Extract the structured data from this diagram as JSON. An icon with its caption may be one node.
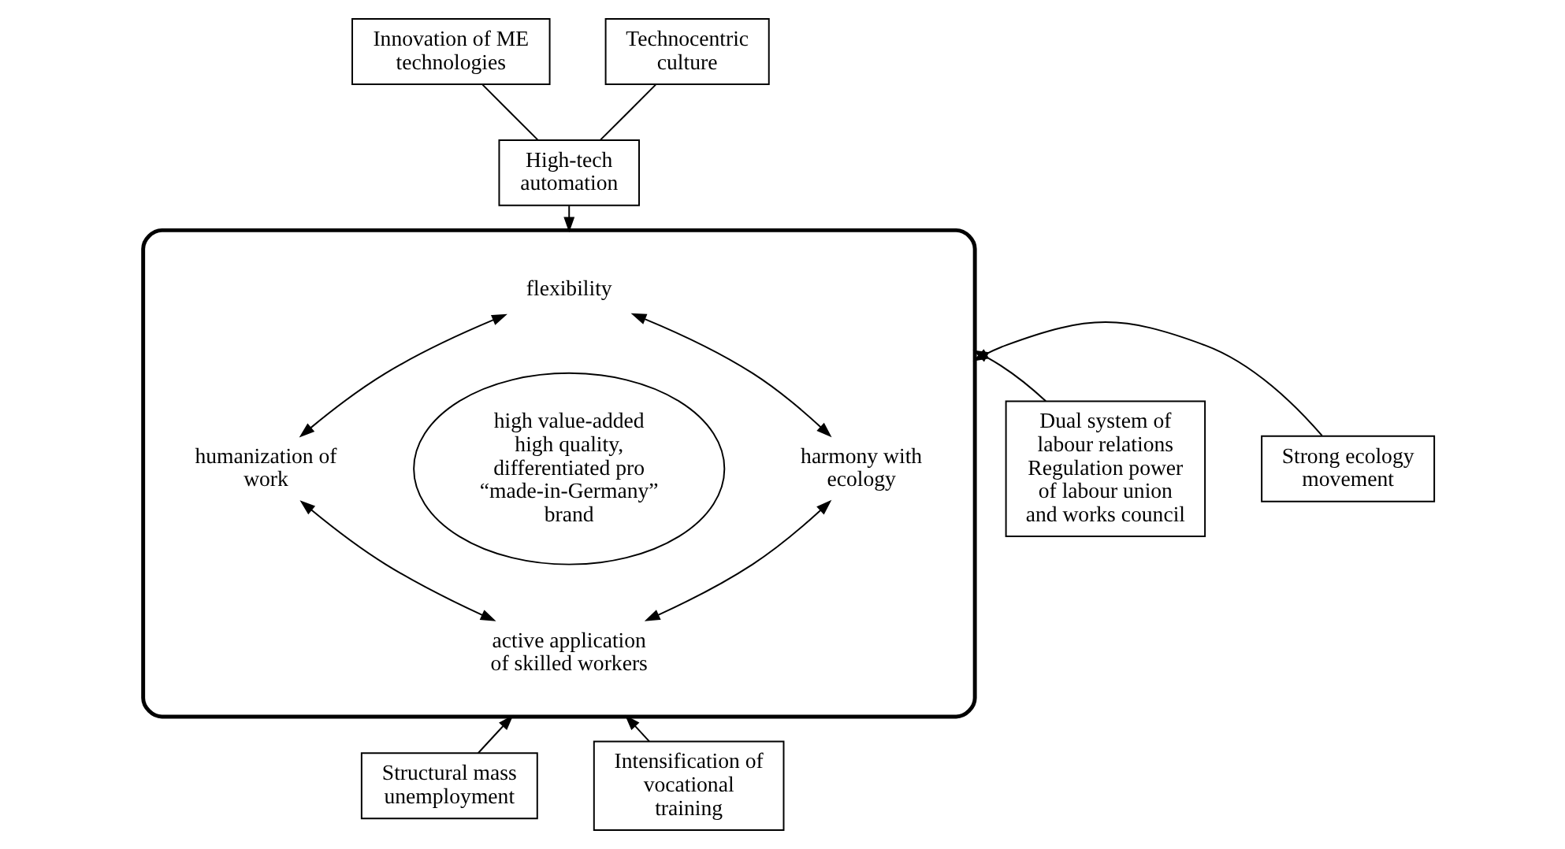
{
  "diagram": {
    "nodes": [
      {
        "text": [
          "Innovation of ME technologies"
        ]
      },
      {
        "text": [
          "Technocentric culture"
        ]
      },
      {
        "text": [
          "High-tech automation"
        ]
      },
      {
        "text": [],
        "shape": "ellipse"
      },
      {
        "text": [
          "flexibility"
        ],
        "in": 3
      },
      {
        "text": [
          "humanization of work"
        ],
        "in": 3
      },
      {
        "text": [
          "high value-added high quality, differentiated pro “made-in-Germany” brand"
        ],
        "in": 3
      },
      {
        "text": [
          "harmony with ecology"
        ],
        "in": 3
      },
      {
        "text": [
          "active application of skilled workers"
        ],
        "in": 3
      },
      {
        "text": [
          "Dual system of labour relations",
          "Regulation power of labour union and works council"
        ]
      },
      {
        "text": [
          "Strong ecology movement"
        ]
      },
      {
        "text": [
          "Structural mass unemployment"
        ]
      },
      {
        "text": [
          "Intensification of vocational training"
        ]
      }
    ],
    "edges": [
      {
        "from": 0,
        "to": 2,
        "arrow": "none"
      },
      {
        "from": 1,
        "to": 2,
        "arrow": "none"
      },
      {
        "from": 2,
        "to": 3,
        "arrow": "to"
      },
      {
        "from": 9,
        "to": 3,
        "arrow": "to"
      },
      {
        "from": 10,
        "to": 3,
        "arrow": "to"
      },
      {
        "from": 4,
        "to": 5,
        "arrow": "both"
      },
      {
        "from": 4,
        "to": 7,
        "arrow": "both"
      },
      {
        "from": 5,
        "to": 8,
        "arrow": "both"
      },
      {
        "from": 7,
        "to": 8,
        "arrow": "both"
      },
      {
        "from": 11,
        "to": 3,
        "arrow": "to"
      },
      {
        "from": 12,
        "to": 3,
        "arrow": "to"
      }
    ]
  }
}
